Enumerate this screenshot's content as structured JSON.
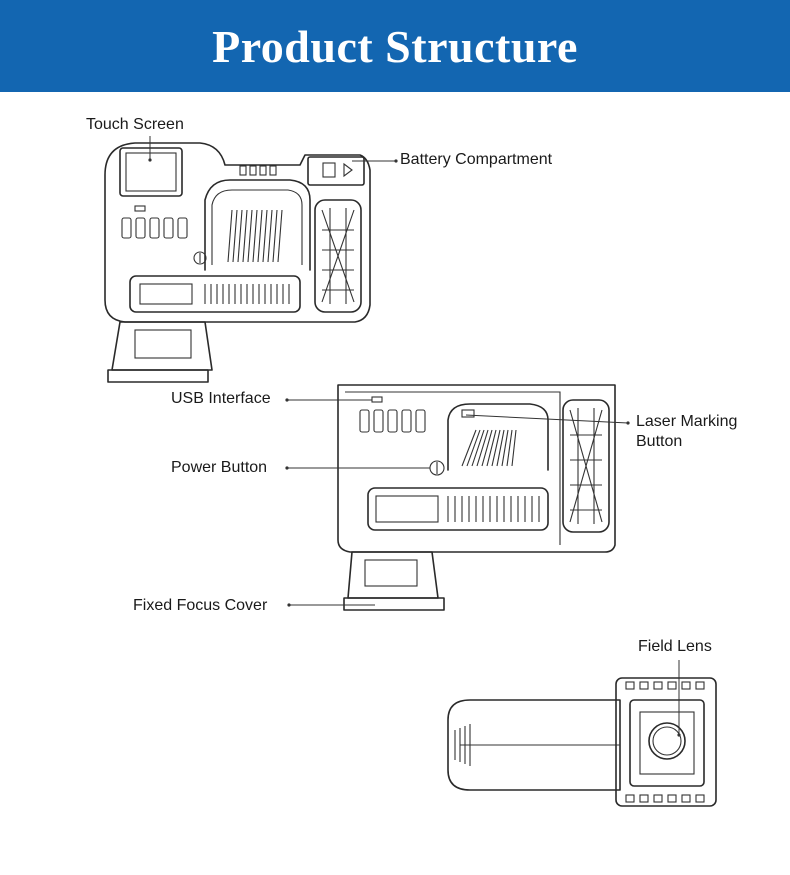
{
  "header": {
    "title": "Product Structure"
  },
  "labels": {
    "touch_screen": "Touch Screen",
    "battery_compartment": "Battery Compartment",
    "usb_interface": "USB Interface",
    "laser_marking_line1": "Laser Marking",
    "laser_marking_line2": "Button",
    "power_button": "Power Button",
    "fixed_focus_cover": "Fixed Focus Cover",
    "field_lens": "Field Lens"
  },
  "colors": {
    "banner": "#1366b1",
    "title": "#ffffff",
    "line_art": "#2a2a2a"
  }
}
